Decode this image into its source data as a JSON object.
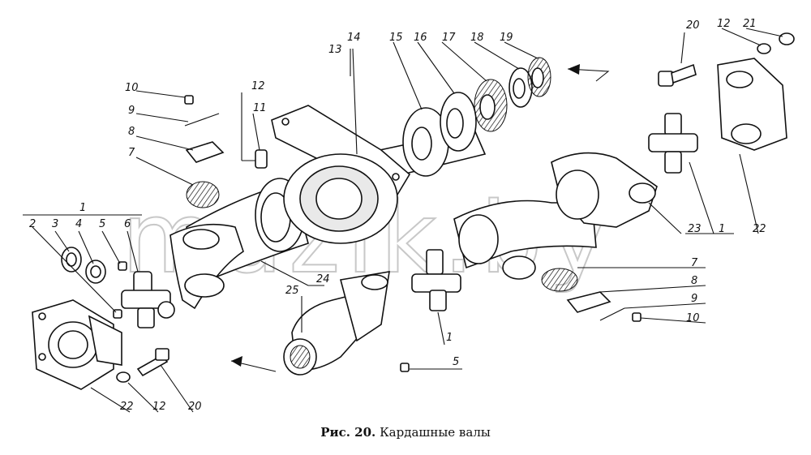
{
  "watermark": "mazik.by",
  "caption": {
    "label": "Рис. 20.",
    "title": "Кардашные валы"
  },
  "callouts": [
    {
      "id": "c10a",
      "text": "10"
    },
    {
      "id": "c9a",
      "text": "9"
    },
    {
      "id": "c8a",
      "text": "8"
    },
    {
      "id": "c7a",
      "text": "7"
    },
    {
      "id": "c1a",
      "text": "1"
    },
    {
      "id": "c2",
      "text": "2"
    },
    {
      "id": "c3",
      "text": "3"
    },
    {
      "id": "c4",
      "text": "4"
    },
    {
      "id": "c5a",
      "text": "5"
    },
    {
      "id": "c6",
      "text": "6"
    },
    {
      "id": "c12a",
      "text": "12"
    },
    {
      "id": "c11",
      "text": "11"
    },
    {
      "id": "c13",
      "text": "13"
    },
    {
      "id": "c14",
      "text": "14"
    },
    {
      "id": "c15",
      "text": "15"
    },
    {
      "id": "c16",
      "text": "16"
    },
    {
      "id": "c17",
      "text": "17"
    },
    {
      "id": "c18",
      "text": "18"
    },
    {
      "id": "c19",
      "text": "19"
    },
    {
      "id": "c20a",
      "text": "20"
    },
    {
      "id": "c12b",
      "text": "12"
    },
    {
      "id": "c21",
      "text": "21"
    },
    {
      "id": "c23",
      "text": "23"
    },
    {
      "id": "c1b",
      "text": "1"
    },
    {
      "id": "c22a",
      "text": "22"
    },
    {
      "id": "c7b",
      "text": "7"
    },
    {
      "id": "c8b",
      "text": "8"
    },
    {
      "id": "c9b",
      "text": "9"
    },
    {
      "id": "c10b",
      "text": "10"
    },
    {
      "id": "c25",
      "text": "25"
    },
    {
      "id": "c24",
      "text": "24"
    },
    {
      "id": "c1c",
      "text": "1"
    },
    {
      "id": "c5b",
      "text": "5"
    },
    {
      "id": "c22b",
      "text": "22"
    },
    {
      "id": "c12c",
      "text": "12"
    },
    {
      "id": "c20b",
      "text": "20"
    }
  ]
}
